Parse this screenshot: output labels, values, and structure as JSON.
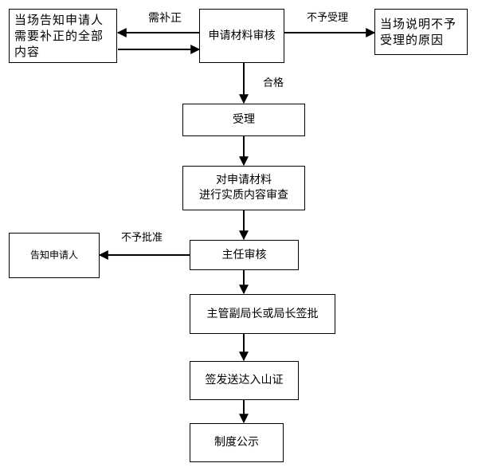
{
  "boxes": {
    "notify_correction": "当场告知申请人\n需要补正的全部\n内容",
    "review": "申请材料审核",
    "explain_reject": "当场说明不予\n受理的原因",
    "accept": "受理",
    "substantive_review": "对申请材料\n进行实质内容审查",
    "director_review": "主任审核",
    "notify_applicant": "告知申请人",
    "deputy_approval": "主管副局长或局长签批",
    "issue_permit": "签发送达入山证",
    "publicize": "制度公示"
  },
  "labels": {
    "need_correction": "需补正",
    "not_accepted": "不予受理",
    "qualified": "合格",
    "not_approved": "不予批准"
  }
}
